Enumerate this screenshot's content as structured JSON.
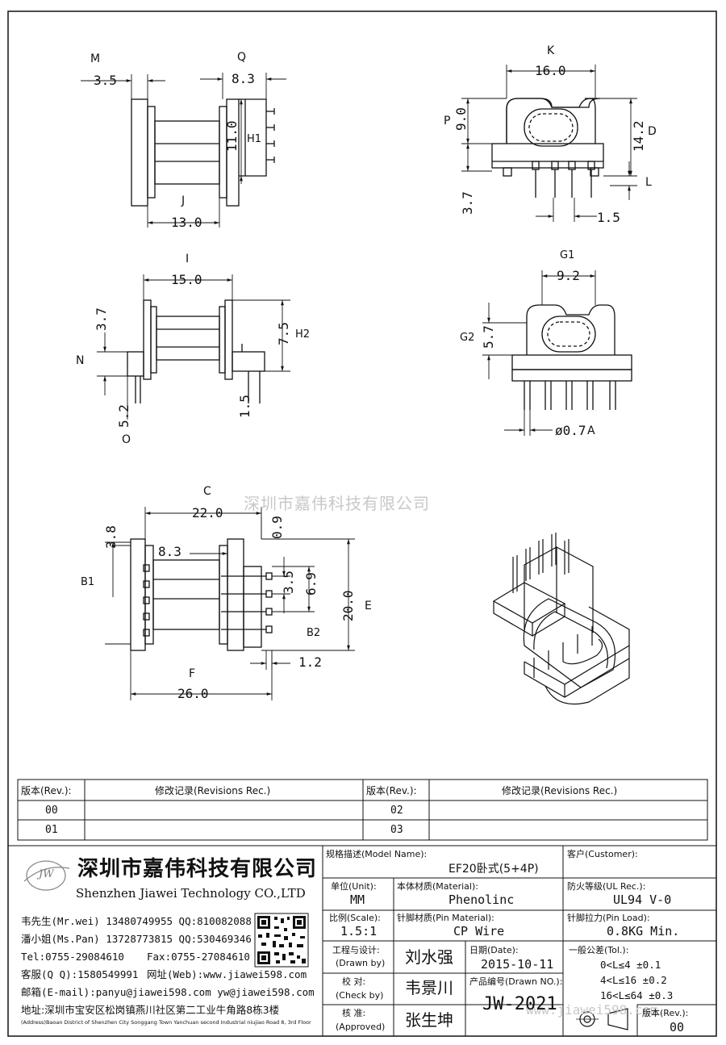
{
  "dims": {
    "m_label": "M",
    "q_label": "Q",
    "k_label": "K",
    "p_label": "P",
    "d_label": "D",
    "l_label": "L",
    "h1_label": "H1",
    "j_label": "J",
    "i_label": "I",
    "h2_label": "H2",
    "n_label": "N",
    "o_label": "O",
    "g1_label": "G1",
    "g2_label": "G2",
    "a_label": "A",
    "c_label": "C",
    "b1_label": "B1",
    "b2_label": "B2",
    "e_label": "E",
    "f_label": "F",
    "m": "3.5",
    "q": "8.3",
    "h1": "11.0",
    "j": "13.0",
    "k": "16.0",
    "p": "9.0",
    "d": "14.2",
    "l_low": "3.7",
    "l_pitch": "1.5",
    "i": "15.0",
    "i_left": "3.7",
    "h2": "7.5",
    "o": "5.2",
    "h2_pin": "1.5",
    "g1": "9.2",
    "g2": "5.7",
    "a": "ø0.7",
    "c": "22.0",
    "c_top": "3.8",
    "c_inner": "8.3",
    "c_gap": "0.9",
    "b_35": "3.5",
    "b_69": "6.9",
    "e": "20.0",
    "b2_pin": "1.2",
    "f": "26.0"
  },
  "watermark": "深圳市嘉伟科技有限公司",
  "watermark2": "www.jiawei598.com",
  "revisions": {
    "h_rev": "版本(Rev.):",
    "h_rec": "修改记录(Revisions Rec.)",
    "r00": "00",
    "r01": "01",
    "r02": "02",
    "r03": "03"
  },
  "company": {
    "name_cn": "深圳市嘉伟科技有限公司",
    "name_en": "Shenzhen Jiawei Technology CO.,LTD",
    "logo_text": "JW",
    "contact1": "韦先生(Mr.wei) 13480749955 QQ:810082088",
    "contact2": "潘小姐(Ms.Pan) 13728773815 QQ:530469346",
    "tel": "Tel:0755-29084610",
    "fax": "Fax:0755-27084610",
    "qq": "客服(Q Q):1580549991",
    "web": "网址(Web):www.jiawei598.com",
    "email": "邮箱(E-mail):panyu@jiawei598.com  yw@jiawei598.com",
    "addr_cn": "地址:深圳市宝安区松岗镇燕川社区第二工业牛角路8栋3楼",
    "addr_en": "(Address)Baoan District of Shenzhen City Songgang Town Yanchuan  second Industrial niujiao Road 8, 3rd Floor"
  },
  "titleblock": {
    "model_lbl": "规格描述(Model Name):",
    "model_val": "EF20卧式(5+4P)",
    "cust_lbl": "客户(Customer):",
    "unit_lbl": "单位(Unit):",
    "unit_val": "MM",
    "mat_lbl": "本体材质(Material):",
    "mat_val": "Phenolinc",
    "ul_lbl": "防火等级(UL Rec.):",
    "ul_val": "UL94 V-0",
    "scale_lbl": "比例(Scale):",
    "scale_val": "1.5:1",
    "pin_lbl": "针脚材质(Pin Material):",
    "pin_val": "CP Wire",
    "load_lbl": "针脚拉力(Pin Load):",
    "load_val": "0.8KG Min.",
    "drawn_lbl1": "工程与设计:",
    "drawn_lbl2": "(Drawn by)",
    "drawn_val": "刘水强",
    "date_lbl": "日期(Date):",
    "date_val": "2015-10-11",
    "check_lbl1": "校  对:",
    "check_lbl2": "(Check by)",
    "check_val": "韦景川",
    "dno_lbl": "产品编号(Drawn NO.):",
    "dno_val": "JW-2021",
    "appr_lbl1": "核  准:",
    "appr_lbl2": "(Approved)",
    "appr_val": "张生坤",
    "tol_lbl": "一般公差(Tol.):",
    "tol1": "0<L≤4    ±0.1",
    "tol2": "4<L≤16   ±0.2",
    "tol3": "16<L≤64  ±0.3",
    "rev_lbl": "版本(Rev.):",
    "rev_val": "00"
  }
}
